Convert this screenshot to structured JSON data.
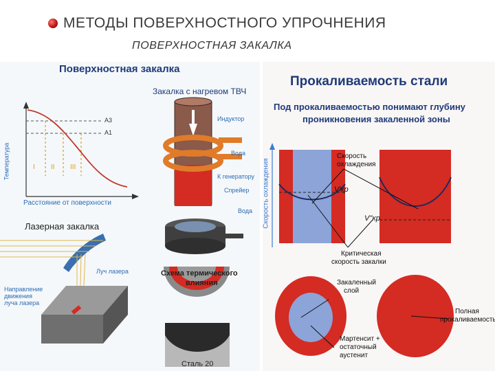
{
  "slide": {
    "title": "МЕТОДЫ ПОВЕРХНОСТНОГО УПРОЧНЕНИЯ",
    "subtitle": "ПОВЕРХНОСТНАЯ ЗАКАЛКА"
  },
  "left": {
    "heading": "Поверхностная закалка",
    "graph": {
      "ylabel": "Температура",
      "xlabel": "Расстояние от поверхности",
      "line_a3": "A3",
      "line_a1": "A1",
      "zones": [
        "I",
        "II",
        "III"
      ]
    },
    "hf": {
      "heading": "Закалка с нагревом ТВЧ",
      "inductor": "Индуктор",
      "water1": "Вода",
      "to_generator": "К генератору",
      "sprayer": "Спрейер",
      "water2": "Вода",
      "scheme": [
        "Схема термического",
        "влияния"
      ],
      "steel": "Сталь 20"
    },
    "laser": {
      "heading": "Лазерная закалка",
      "beam": "Луч лазера",
      "direction": [
        "Направление",
        "движения",
        "луча лазера"
      ]
    }
  },
  "right": {
    "heading": "Прокаливаемость стали",
    "definition": [
      "Под прокаливаемостью понимают глубину",
      "проникновения закаленной зоны"
    ],
    "ylabel": "Скорость охлаждения",
    "cooling_rate": [
      "Скорость",
      "охлаждения"
    ],
    "vkr1": "V'кр",
    "vkr2": "V''кр",
    "critical": [
      "Критическая",
      "скорость закалки"
    ],
    "hardened": [
      "Закаленный",
      "слой"
    ],
    "martensite": [
      "Мартенсит +",
      "остаточный",
      "аустенит"
    ],
    "full": [
      "Полная",
      "прокаливаемость"
    ]
  },
  "colors": {
    "red": "#d42b23",
    "blue": "#3a7bd5",
    "navy": "#1e3a78",
    "steel_gray": "#8a8a8a"
  }
}
